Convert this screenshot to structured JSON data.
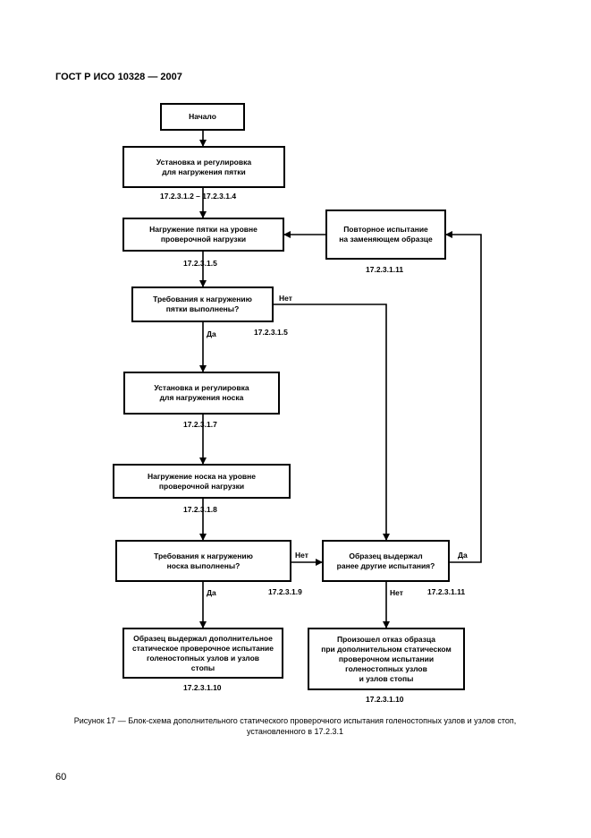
{
  "header": "ГОСТ Р ИСО 10328 — 2007",
  "boxes": {
    "start": "Начало",
    "setup_heel": "Установка и регулировка\nдля нагружения пятки",
    "load_heel": "Нагружение пятки на уровне\nпроверочной нагрузки",
    "check_heel": "Требования к нагружению\nпятки выполнены?",
    "setup_toe": "Установка и регулировка\nдля нагружения носка",
    "load_toe": "Нагружение носка на уровне\nпроверочной нагрузки",
    "check_toe": "Требования к нагружению\nноска выполнены?",
    "passed": "Образец выдержал дополнительное\nстатическое проверочное испытание\nголеностопных узлов и узлов\nстопы",
    "retest": "Повторное испытание\nна заменяющем образце",
    "withstood_other": "Образец выдержал\nранее другие испытания?",
    "failed": "Произошел отказ образца\nпри дополнительном статическом\nпроверочном испытании\nголеностопных узлов\nи узлов стопы"
  },
  "refs": {
    "r1": "17.2.3.1.2 – 17.2.3.1.4",
    "r2": "17.2.3.1.5",
    "r3": "17.2.3.1.5",
    "r4": "17.2.3.1.7",
    "r5": "17.2.3.1.8",
    "r6": "17.2.3.1.9",
    "r7": "17.2.3.1.10",
    "r8": "17.2.3.1.11",
    "r9": "17.2.3.1.11",
    "r10": "17.2.3.1.10"
  },
  "labels": {
    "yes1": "Да",
    "no1": "Нет",
    "yes2": "Да",
    "no2": "Нет",
    "yes3": "Да",
    "no3": "Нет"
  },
  "caption": "Рисунок 17 — Блок-схема дополнительного статического проверочного испытания голеностопных узлов и узлов стоп, установленного в 17.2.3.1",
  "page_number": "60"
}
